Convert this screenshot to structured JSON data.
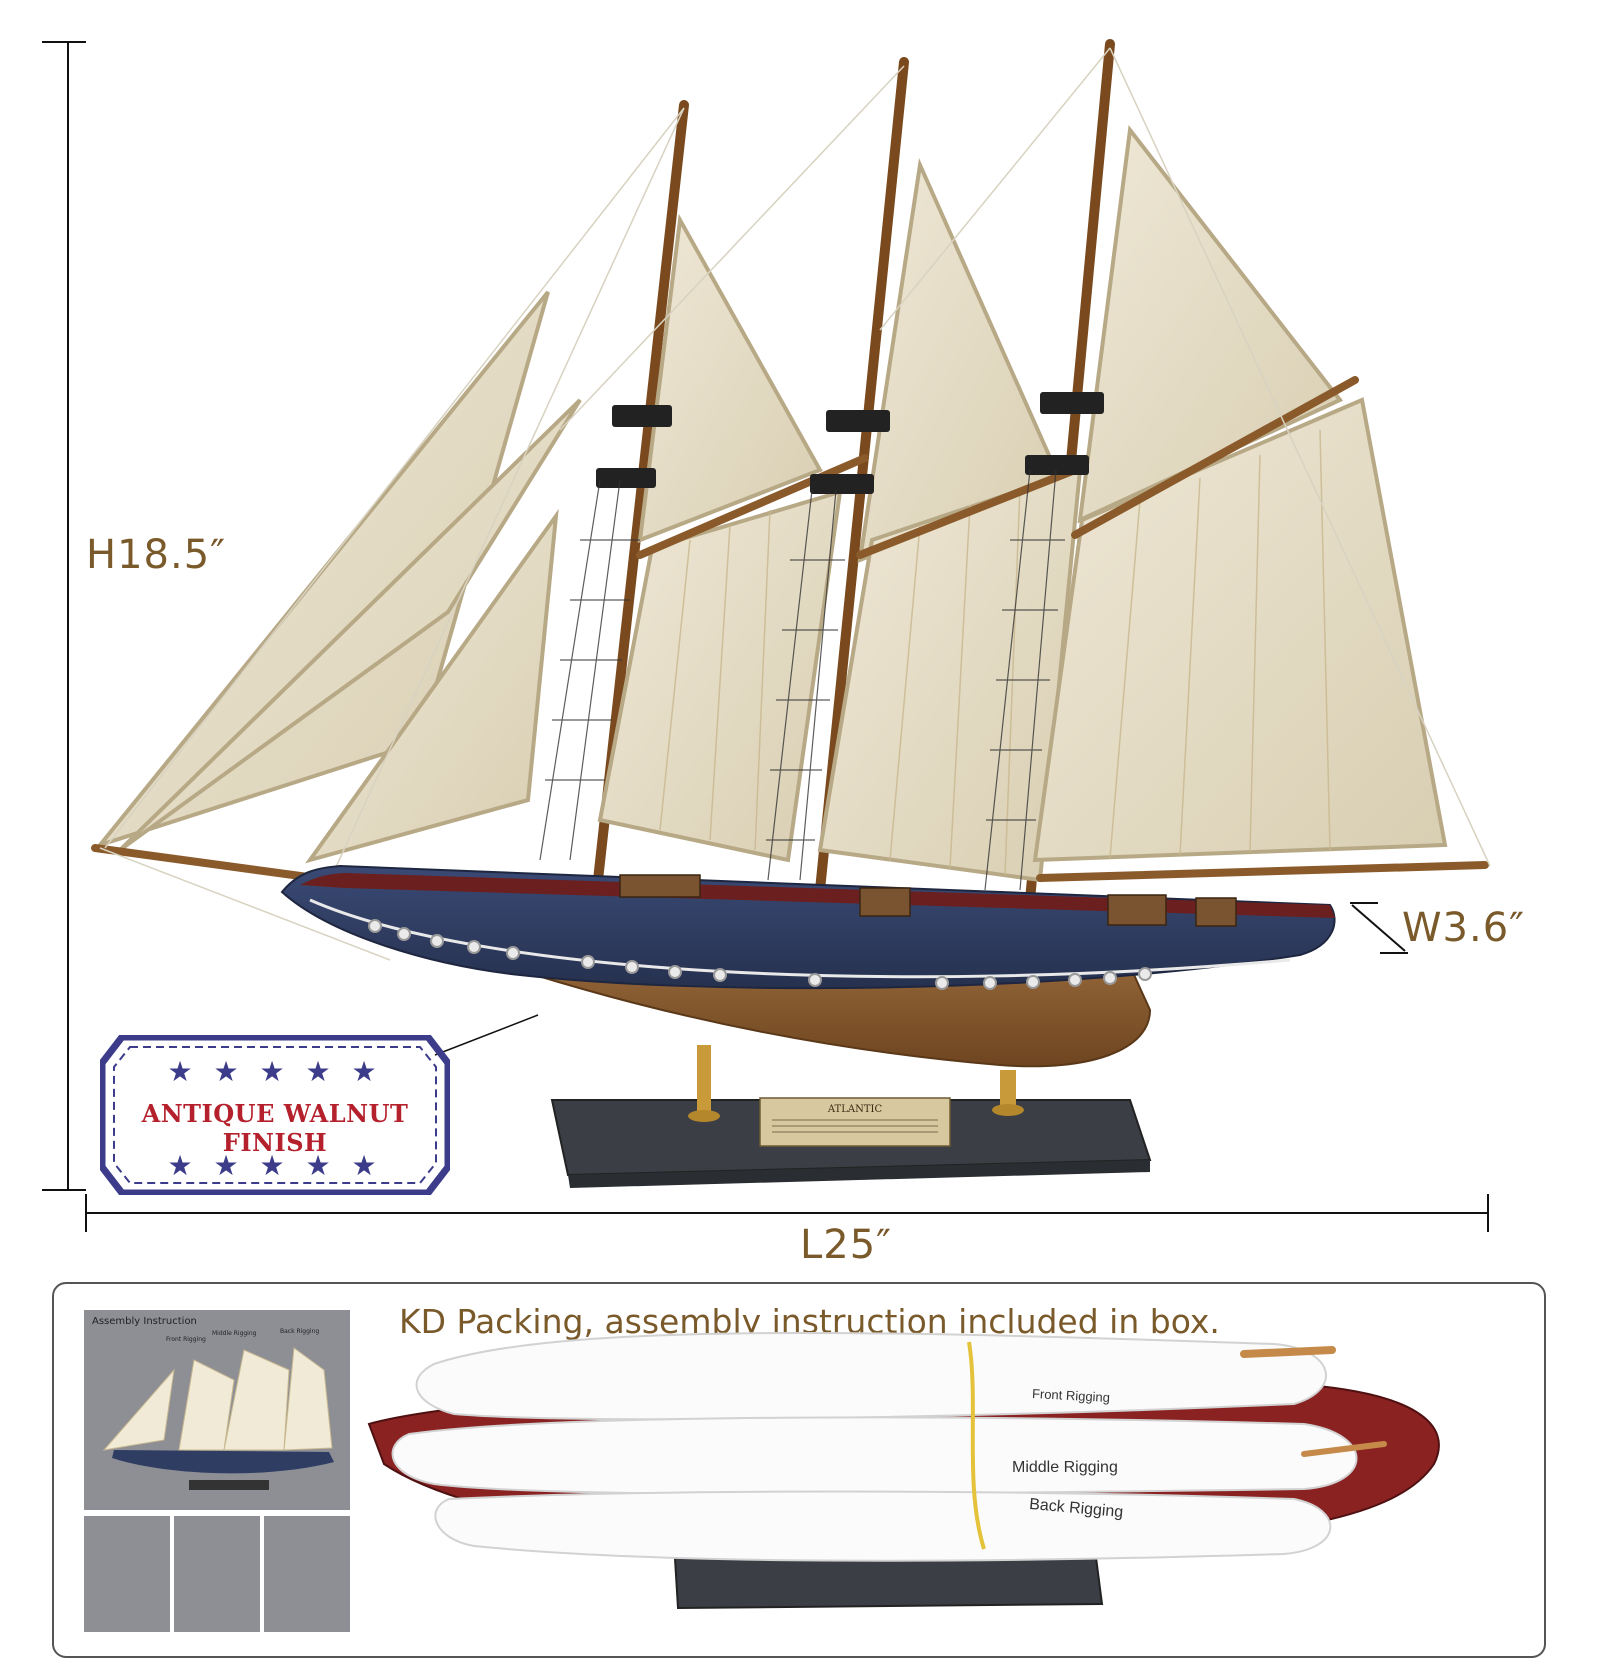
{
  "dimensions": {
    "height": "H18.5″",
    "width": "W3.6″",
    "length": "L25″"
  },
  "stamp": {
    "text": "ANTIQUE WALNUT FINISH"
  },
  "packing": {
    "caption": "KD Packing, assembly instruction included in box.",
    "tags": {
      "front": "Front Rigging",
      "middle": "Middle Rigging",
      "back": "Back Rigging"
    },
    "instruction_card": {
      "title": "Assembly Instruction",
      "labels": [
        "Front Rigging",
        "Middle Rigging",
        "Back Rigging"
      ]
    }
  },
  "nameplate": "ATLANTIC",
  "colors": {
    "dimension_text": "#7a5a2a",
    "stamp_red": "#b4202c",
    "stamp_blue": "#3c3c8a",
    "hull_blue": "#2f3d63",
    "sail": "#e7dfc9",
    "wood": "#8a5a2b"
  }
}
